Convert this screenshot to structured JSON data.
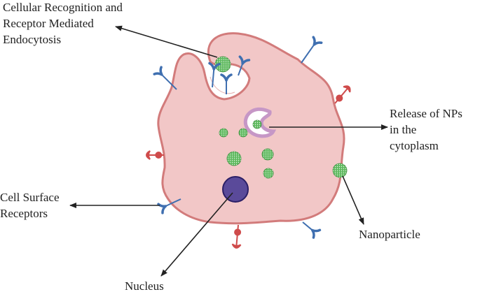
{
  "labels": {
    "endocytosis_line1": "Cellular Recognition and",
    "endocytosis_line2": "Receptor Mediated",
    "endocytosis_line3": "Endocytosis",
    "release_line1": "Release of NPs",
    "release_line2": "in the",
    "release_line3": "cytoplasm",
    "receptors_line1": "Cell Surface",
    "receptors_line2": "Receptors",
    "nanoparticle": "Nanoparticle",
    "nucleus": "Nucleus"
  },
  "colors": {
    "cell_fill": "#f2c7c7",
    "cell_stroke": "#d27b7b",
    "nucleus_fill": "#5a4a9a",
    "nucleus_stroke": "#2b1f66",
    "nanoparticle": "#5fb95f",
    "receptor_blue": "#3f6fb0",
    "receptor_red": "#cf4b4b",
    "vesicle": "#c697c6",
    "arrow": "#222222"
  },
  "icons": {
    "nanoparticle": "dotted-green-sphere",
    "receptor": "y-shaped-antibody",
    "nucleus": "purple-circle",
    "vesicle": "membrane-vesicle"
  }
}
